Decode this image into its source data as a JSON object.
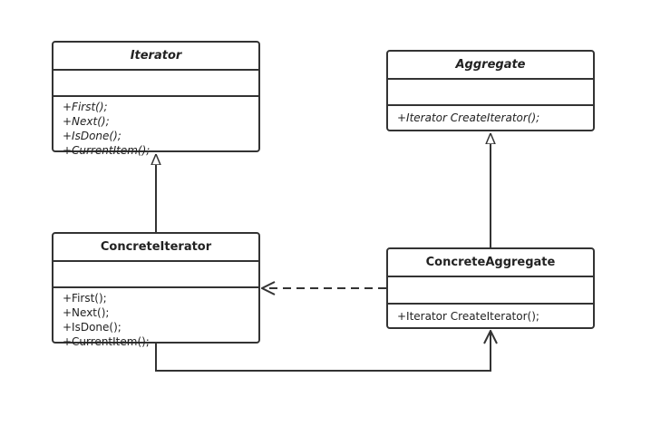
{
  "classes": {
    "iterator": {
      "name": "Iterator",
      "operations": [
        "+First();",
        "+Next();",
        "+IsDone();",
        "+CurrentItem();"
      ]
    },
    "aggregate": {
      "name": "Aggregate",
      "operations": [
        "+Iterator CreateIterator();"
      ]
    },
    "concrete_iterator": {
      "name": "ConcreteIterator",
      "operations": [
        "+First();",
        "+Next();",
        "+IsDone();",
        "+CurrentItem();"
      ]
    },
    "concrete_aggregate": {
      "name": "ConcreteAggregate",
      "operations": [
        "+Iterator CreateIterator();"
      ]
    }
  },
  "relationships": [
    {
      "from": "ConcreteIterator",
      "to": "Iterator",
      "type": "generalization"
    },
    {
      "from": "ConcreteAggregate",
      "to": "Aggregate",
      "type": "generalization"
    },
    {
      "from": "ConcreteAggregate",
      "to": "ConcreteIterator",
      "type": "dependency"
    },
    {
      "from": "ConcreteIterator",
      "to": "ConcreteAggregate",
      "type": "association"
    }
  ],
  "colors": {
    "line": "#333333",
    "background": "#ffffff"
  }
}
